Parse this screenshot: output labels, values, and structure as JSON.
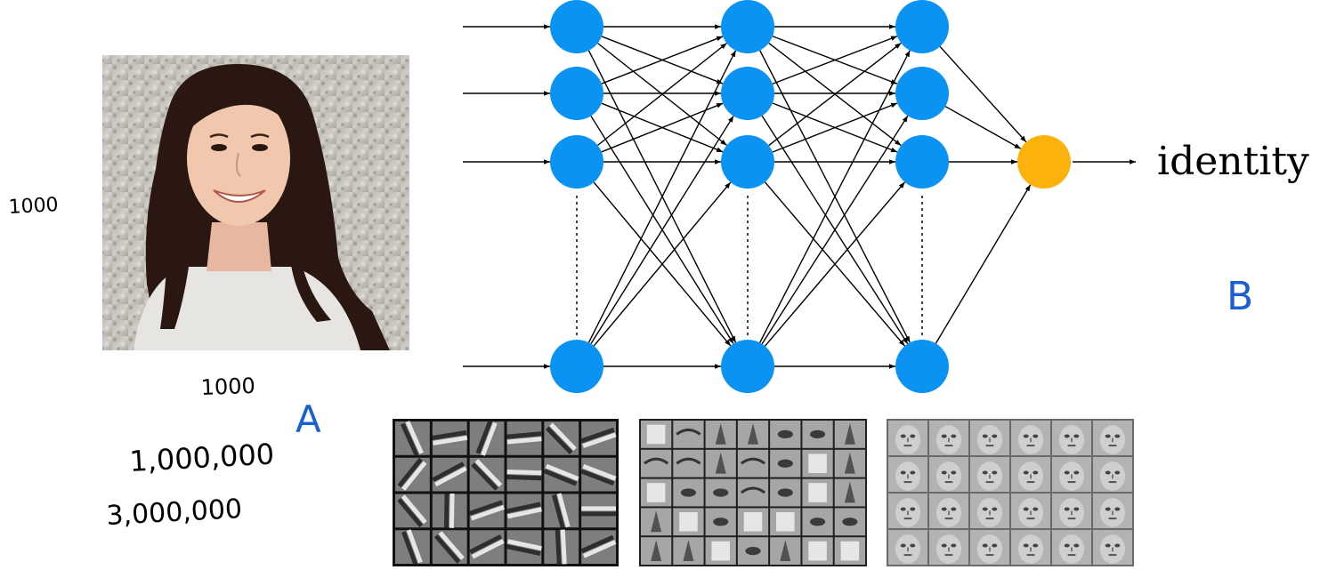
{
  "output_label": "identity",
  "annotations": {
    "height_px": "1000",
    "width_px": "1000",
    "pixel_count": "1,000,000",
    "input_count": "3,000,000",
    "letter_a": "A",
    "letter_b": "B"
  },
  "colors": {
    "hidden_node": "#0a93f2",
    "output_node": "#fbb20d",
    "handwriting_blue": "#1a5fd0"
  },
  "network": {
    "input_count": 4,
    "hidden_layers": 3,
    "nodes_per_layer": 4,
    "output_nodes": 1
  },
  "images": {
    "photo": "portrait-photo",
    "feature_panels": [
      "edge-filters",
      "face-part-features",
      "face-features"
    ]
  }
}
